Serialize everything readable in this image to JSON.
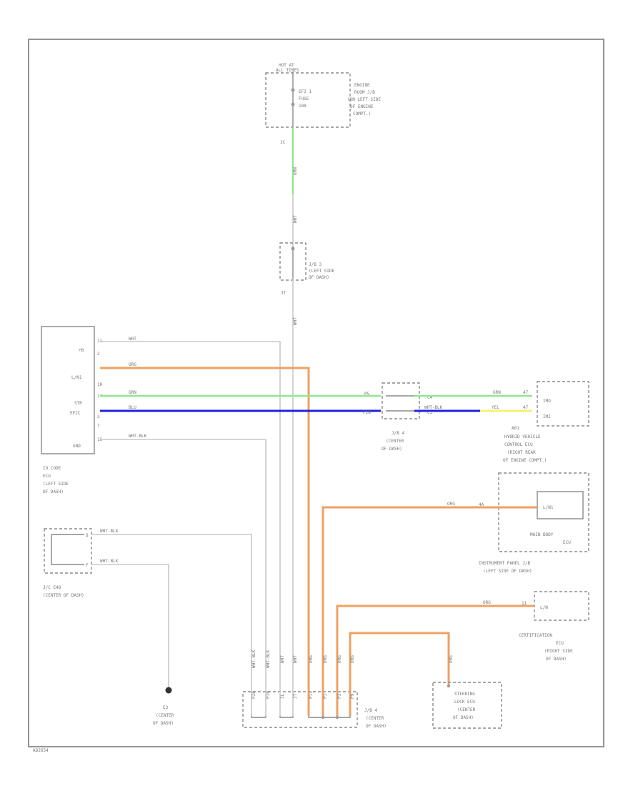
{
  "page": {
    "code": "AD2654"
  },
  "power_source": {
    "hot_label": [
      "HOT AT",
      "ALL TIMES"
    ],
    "fuse_label": [
      "EFI 1",
      "FUSE",
      "10A"
    ],
    "location": [
      "ENGINE",
      "ROOM J/B",
      "(ON LEFT SIDE",
      "OF ENGINE",
      "COMPT.)"
    ],
    "connector": "1C",
    "wire_colors": [
      "GRN",
      "WHT"
    ]
  },
  "jb3": {
    "label": [
      "J/B 3",
      "(LEFT SIDE",
      "OF DASH)"
    ],
    "connector": "3T",
    "wire_color": "WHT"
  },
  "id_code_ecu": {
    "label": [
      "ID CODE",
      "ECU",
      "(LEFT SIDE",
      "OF DASH)"
    ],
    "pins": [
      "+B",
      "L/N1",
      "STR",
      "EFIC",
      "GND"
    ],
    "pin_numbers": [
      "11",
      "2",
      "10",
      "14",
      "3",
      "7",
      "15"
    ],
    "wires": [
      "WHT",
      "ORG",
      "GRN",
      "BLU",
      "WHT-BLK"
    ]
  },
  "jb4_mid": {
    "label": [
      "J/B 4",
      "(CENTER",
      "OF DASH)"
    ],
    "pins_left": [
      "P5",
      "P18"
    ],
    "pins_right": [
      "C4",
      "C3"
    ],
    "wire_grn": "GRN",
    "wire_blu": "WHT-BLK"
  },
  "hv_ecu": {
    "label": [
      "HYBRID VEHICLE",
      "CONTROL ECU",
      "(RIGHT REAR",
      "OF ENGINE COMPT.)"
    ],
    "connector": "A61",
    "pins": [
      "IMO",
      "IMI"
    ],
    "pin_numbers": [
      "47",
      "47"
    ],
    "wires": [
      "GRN",
      "YEL"
    ]
  },
  "instrument_jb": {
    "label": [
      "INSTRUMENT PANEL J/B",
      "(LEFT SIDE OF DASH)"
    ],
    "inner": [
      "MAIN BODY",
      "ECU"
    ],
    "pin": "L/N1",
    "pin_number": "4A",
    "wire": "ORG"
  },
  "cert_ecu": {
    "label": [
      "CERTIFICATION",
      "ECU",
      "(RIGHT SIDE",
      "OF DASH)"
    ],
    "pin": "L/N",
    "pin_number": "11",
    "wire": "ORG"
  },
  "jc": {
    "label": [
      "J/C E48",
      "(CENTER OF DASH)"
    ],
    "pins": [
      "D",
      "F"
    ],
    "wires": [
      "WHT-BLK",
      "WHT-BLK"
    ]
  },
  "ground": {
    "label": [
      "E3",
      "(CENTER",
      "OF DASH)"
    ]
  },
  "jb4_bottom": {
    "label": [
      "J/B 4",
      "(CENTER",
      "OF DASH)"
    ],
    "wire_labels": [
      "WHT-BLK",
      "WHT-BLK",
      "WHT",
      "WHT",
      "ORG",
      "ORG",
      "ORG",
      "ORG"
    ],
    "pin_labels": [
      "P20",
      "P10",
      "3L",
      "3T",
      "P11",
      "P1",
      "P3",
      "P9"
    ]
  },
  "steering_ecu": {
    "label": [
      "STEERING",
      "LOCK ECU",
      "(CENTER",
      "OF DASH)"
    ],
    "wire": "ORG"
  }
}
